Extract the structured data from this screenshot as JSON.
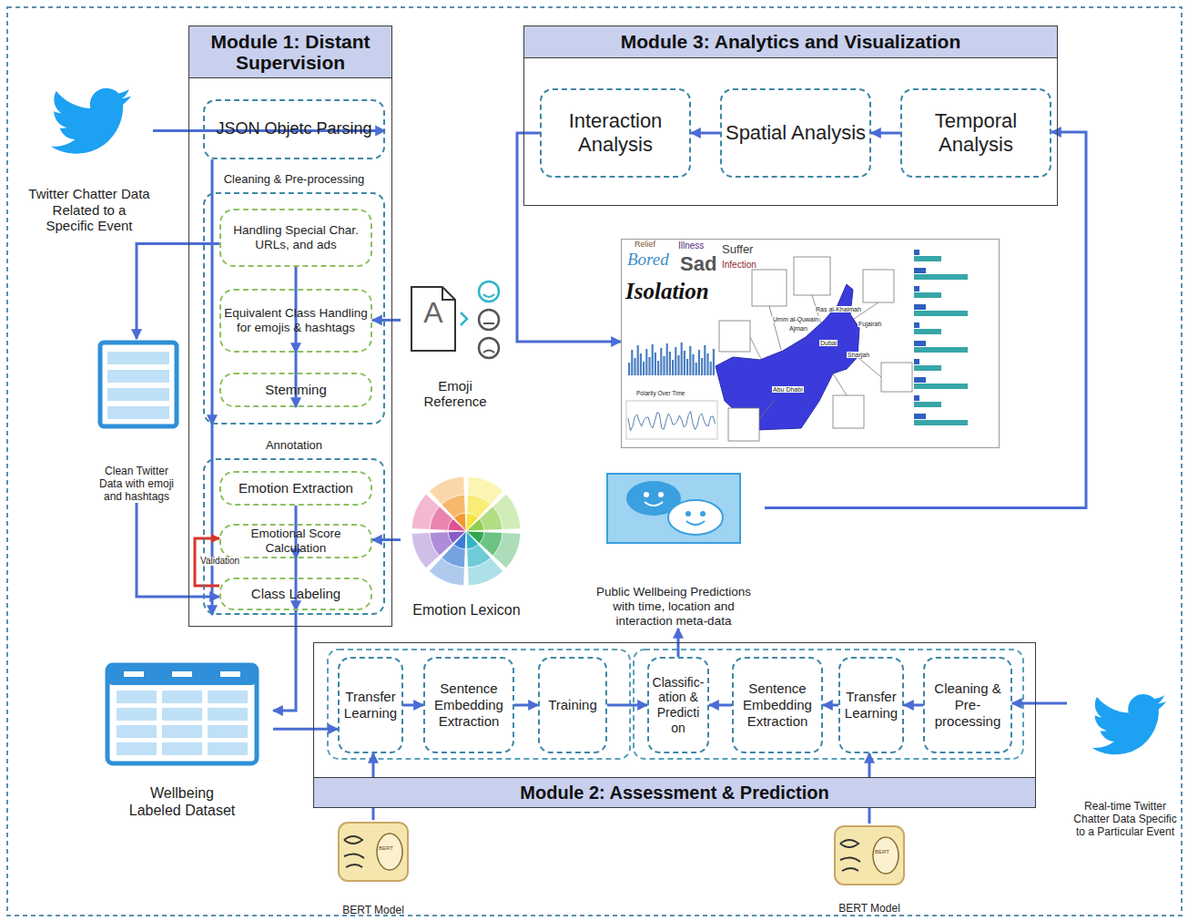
{
  "diagram": {
    "nodes": [
      {
        "text": [
          "Module 1: Distant Supervision"
        ]
      },
      {
        "text": [
          "JSON Objetc Parsing"
        ],
        "in": 0
      },
      {
        "text": [
          "Cleaning & Pre-processing"
        ],
        "in": 0
      },
      {
        "text": [
          "Handling Special Char. URLs, and ads"
        ],
        "in": 2
      },
      {
        "text": [
          "Equivalent Class Handling for emojis & hashtags"
        ],
        "in": 2
      },
      {
        "text": [
          "Stemming"
        ],
        "in": 2
      },
      {
        "text": [
          "Annotation"
        ],
        "in": 0
      },
      {
        "text": [
          "Emotion Extraction"
        ],
        "in": 6
      },
      {
        "text": [
          "Emotional Score Calculation"
        ],
        "in": 6
      },
      {
        "text": [
          "Class Labeling"
        ],
        "in": 6
      },
      {
        "text": [
          "Module 3: Analytics and Visualization"
        ]
      },
      {
        "text": [
          "Interaction Analysis"
        ],
        "in": 10
      },
      {
        "text": [
          "Spatial Analysis"
        ],
        "in": 10
      },
      {
        "text": [
          "Temporal Analysis"
        ],
        "in": 10
      },
      {
        "text": [
          "Relief",
          "Illness",
          "Bored",
          "Suffer",
          "Sad",
          "Infection",
          "Isolation"
        ]
      },
      {
        "text": [
          "Public Wellbeing Predictions with time, location and interaction meta-data"
        ]
      },
      {
        "text": [
          "Module 2: Assessment & Prediction"
        ]
      },
      {
        "text": [
          "Transfer Learning"
        ],
        "in": 16
      },
      {
        "text": [
          "Sentence Embedding Extraction"
        ],
        "in": 16
      },
      {
        "text": [
          "Training"
        ],
        "in": 16
      },
      {
        "text": [
          "Classific- ation & Predicti on"
        ],
        "in": 16
      },
      {
        "text": [
          "Sentence Embedding Extraction"
        ],
        "in": 16
      },
      {
        "text": [
          "Transfer Learning"
        ],
        "in": 16
      },
      {
        "text": [
          "Cleaning & Pre- processing"
        ],
        "in": 16
      },
      {
        "text": [
          "Twitter Chatter Data Related to a Specific Event"
        ]
      },
      {
        "text": [
          "Clean Twitter Data with emoji and hashtags"
        ]
      },
      {
        "text": [
          "A",
          "Emoji Reference"
        ]
      },
      {
        "text": [
          "Emotion Lexicon"
        ]
      },
      {
        "text": [
          "Wellbeing Labeled Dataset"
        ]
      },
      {
        "text": [
          "BERT",
          "BERT Model"
        ]
      },
      {
        "text": [
          "BERT",
          "BERT Model"
        ]
      },
      {
        "text": [
          "Real-time Twitter Chatter Data Specific to a Particular Event"
        ]
      }
    ],
    "edges": [
      {
        "from": 24,
        "to": 1,
        "arrow": "to"
      },
      {
        "from": 1,
        "to": 2,
        "arrow": "to"
      },
      {
        "from": 3,
        "to": 4,
        "arrow": "to"
      },
      {
        "from": 4,
        "to": 5,
        "arrow": "to"
      },
      {
        "from": 2,
        "to": 6,
        "arrow": "to"
      },
      {
        "from": 7,
        "to": 8,
        "arrow": "to"
      },
      {
        "from": 8,
        "to": 9,
        "arrow": "to"
      },
      {
        "from": 9,
        "to": 8,
        "label": "Validation",
        "arrow": "to"
      },
      {
        "from": 3,
        "to": 25,
        "arrow": "to"
      },
      {
        "from": 25,
        "to": 9,
        "arrow": "to"
      },
      {
        "from": 26,
        "to": 4,
        "arrow": "to"
      },
      {
        "from": 27,
        "to": 8,
        "arrow": "to"
      },
      {
        "from": 9,
        "to": 28,
        "arrow": "to"
      },
      {
        "from": 28,
        "to": 17,
        "arrow": "to"
      },
      {
        "from": 17,
        "to": 18,
        "arrow": "to"
      },
      {
        "from": 18,
        "to": 19,
        "arrow": "to"
      },
      {
        "from": 19,
        "to": 20,
        "arrow": "to"
      },
      {
        "from": 31,
        "to": 23,
        "arrow": "to"
      },
      {
        "from": 23,
        "to": 22,
        "arrow": "to"
      },
      {
        "from": 22,
        "to": 21,
        "arrow": "to"
      },
      {
        "from": 21,
        "to": 20,
        "arrow": "to"
      },
      {
        "from": 29,
        "to": 17,
        "arrow": "to"
      },
      {
        "from": 30,
        "to": 22,
        "arrow": "to"
      },
      {
        "from": 20,
        "to": 15,
        "arrow": "to"
      },
      {
        "from": 15,
        "to": 13,
        "arrow": "to"
      },
      {
        "from": 13,
        "to": 12,
        "arrow": "to"
      },
      {
        "from": 12,
        "to": 11,
        "arrow": "to"
      },
      {
        "from": 11,
        "to": 14,
        "arrow": "to"
      }
    ],
    "labels": [
      "Ras al-Khaimah",
      "Umm al-Quwain",
      "Ajman",
      "Fujairah",
      "Sharjah",
      "Dubai",
      "Abu Dhabi",
      "Polarity Over Time"
    ]
  }
}
